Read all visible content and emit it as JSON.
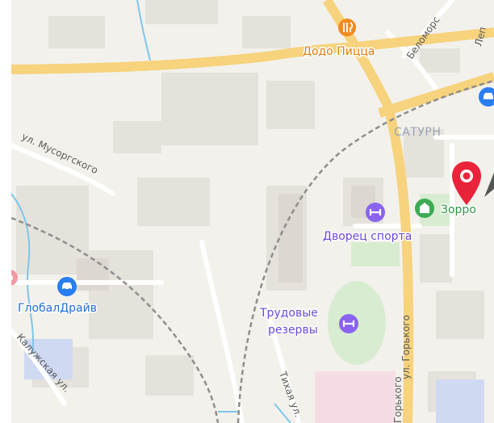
{
  "map": {
    "pois": {
      "pizza": {
        "name": "Додо Пицца",
        "icon": "fork-knife-icon",
        "color": "#f28a1f"
      },
      "sport_palace": {
        "name": "Дворец спорта",
        "icon": "dumbbell-icon",
        "color": "#8a63f0"
      },
      "trud_rez_line1": "Трудовые",
      "trud_rez_line2": "резервы",
      "trud_rez": {
        "icon": "dumbbell-icon",
        "color": "#8a63f0"
      },
      "zorro": {
        "name": "Зорро",
        "icon": "house-icon",
        "color": "#3dab54"
      },
      "global_drive": {
        "name": "ГлобалДрайв",
        "icon": "car-icon",
        "color": "#2a7ef0"
      }
    },
    "districts": {
      "saturn": "САТУРН"
    },
    "streets": {
      "musorgskogo": "ул. Мусоргского",
      "gorkogo": "ул. Горького",
      "gorkogo_lower": "Горького",
      "kaluzhskaya": "Калужская ул.",
      "tikhaya": "Тихая ул.",
      "belomorskaya": "Беломорс",
      "lep": "Леп"
    },
    "colors": {
      "major_road": "#f6d37c",
      "minor_road": "#ffffff",
      "railway": "#8d8d8d",
      "park": "#d8ecd2",
      "buildings": "#e3e0da",
      "water": "#7cc7ec",
      "marker": "#e8233a"
    }
  }
}
